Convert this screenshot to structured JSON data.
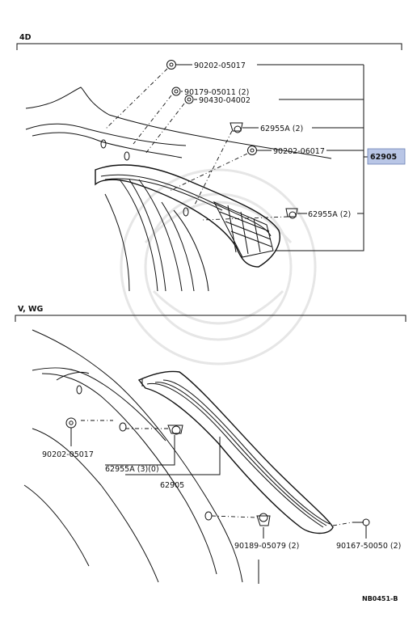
{
  "sections": {
    "top": "4D",
    "bottom": "V, WG"
  },
  "top_labels": {
    "p1": "90202-05017",
    "p2": "90179-05011 (2)",
    "p3": "90430-04002",
    "p4": "62955A (2)",
    "p5": "90202-06017",
    "p6": "62955A (2)"
  },
  "highlight_part": "62905",
  "highlight_color": "#b9c6e6",
  "bottom_labels": {
    "p1": "90202-05017",
    "p2": "62955A (3)(0)",
    "p3": "62905",
    "p4": "90189-05079 (2)",
    "p5": "90167-50050 (2)"
  },
  "ref_code": "NB0451-B"
}
